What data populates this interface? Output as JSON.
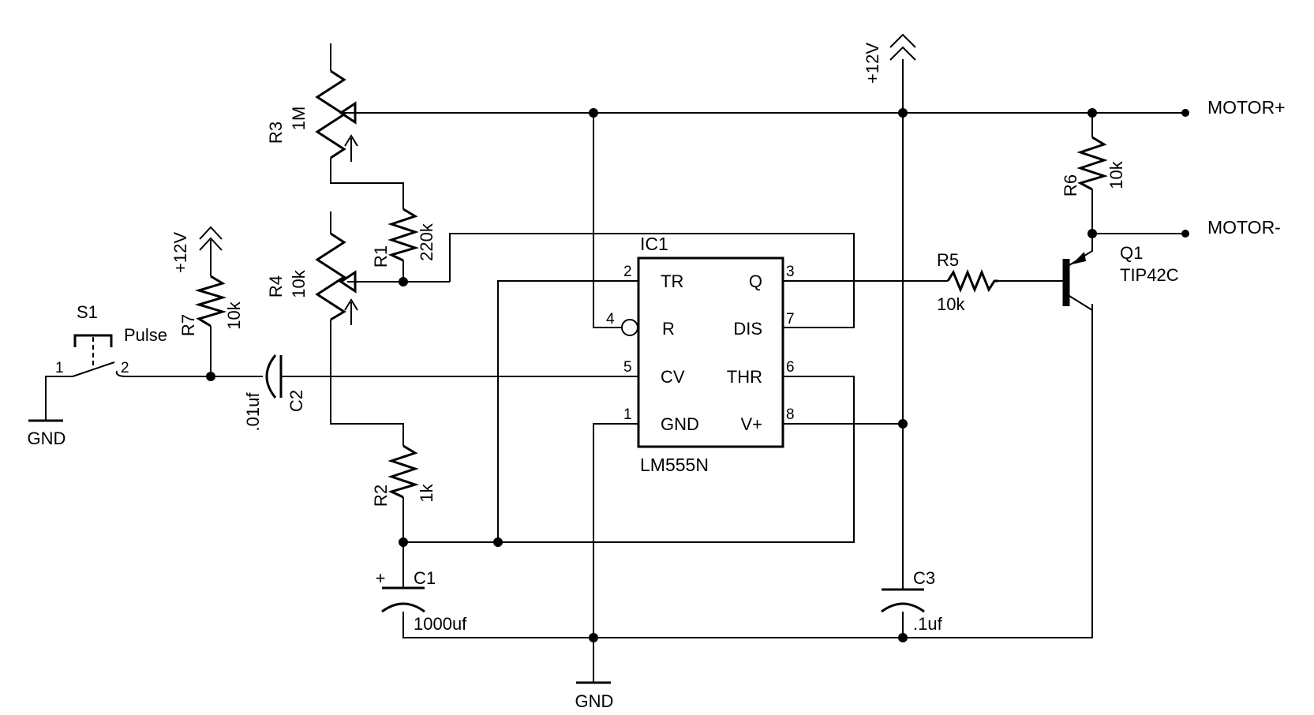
{
  "components": {
    "s1": {
      "ref": "S1",
      "pin1": "1",
      "pin2": "2",
      "label": "Pulse"
    },
    "gnd_left": "GND",
    "gnd_bottom": "GND",
    "r7": {
      "ref": "R7",
      "value": "10k",
      "supply": "+12V"
    },
    "c2": {
      "ref": "C2",
      "value": ".01uf"
    },
    "r3": {
      "ref": "R3",
      "value": "1M"
    },
    "r4": {
      "ref": "R4",
      "value": "10k"
    },
    "r1": {
      "ref": "R1",
      "value": "220k"
    },
    "r2": {
      "ref": "R2",
      "value": "1k"
    },
    "c1": {
      "ref": "C1",
      "value": "1000uf",
      "polarity": "+"
    },
    "c3": {
      "ref": "C3",
      "value": ".1uf"
    },
    "ic1": {
      "ref": "IC1",
      "part": "LM555N",
      "pins": [
        {
          "num": "2",
          "name": "TR"
        },
        {
          "num": "4",
          "name": "R"
        },
        {
          "num": "5",
          "name": "CV"
        },
        {
          "num": "1",
          "name": "GND"
        },
        {
          "num": "3",
          "name": "Q"
        },
        {
          "num": "7",
          "name": "DIS"
        },
        {
          "num": "6",
          "name": "THR"
        },
        {
          "num": "8",
          "name": "V+"
        }
      ]
    },
    "supply_top": "+12V",
    "r5": {
      "ref": "R5",
      "value": "10k"
    },
    "r6": {
      "ref": "R6",
      "value": "10k"
    },
    "q1": {
      "ref": "Q1",
      "part": "TIP42C"
    },
    "motor_plus": "MOTOR+",
    "motor_minus": "MOTOR-"
  }
}
